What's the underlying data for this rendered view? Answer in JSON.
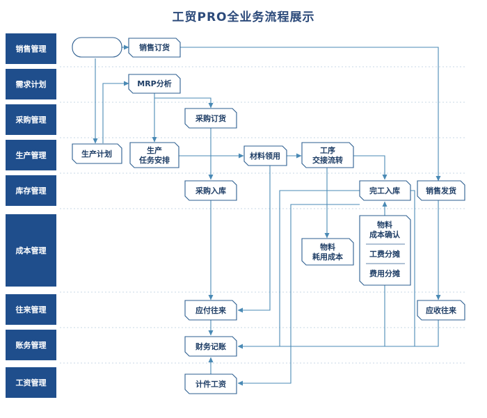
{
  "title": "工贸PRO全业务流程展示",
  "lanes": [
    "销售管理",
    "需求计划",
    "采购管理",
    "生产管理",
    "库存管理",
    "成本管理",
    "往来管理",
    "账务管理",
    "工资管理"
  ],
  "boxes": {
    "sales_order": "销售订货",
    "mrp": "MRP分析",
    "purchase_order": "采购订货",
    "production_plan": "生产计划",
    "production_task_1": "生产",
    "production_task_2": "任务安排",
    "material_requisition": "材料领用",
    "process_1": "工序",
    "process_2": "交接流转",
    "purchase_in": "采购入库",
    "finished_in": "完工入库",
    "sales_ship": "销售发货",
    "material_cost_1": "物料",
    "material_cost_2": "耗用成本",
    "cost_group_1": "物料",
    "cost_group_2": "成本确认",
    "cost_group_3": "工费分摊",
    "cost_group_4": "费用分摊",
    "payable": "应付往来",
    "receivable": "应收往来",
    "ledger": "财务记账",
    "piece_wage": "计件工资"
  }
}
